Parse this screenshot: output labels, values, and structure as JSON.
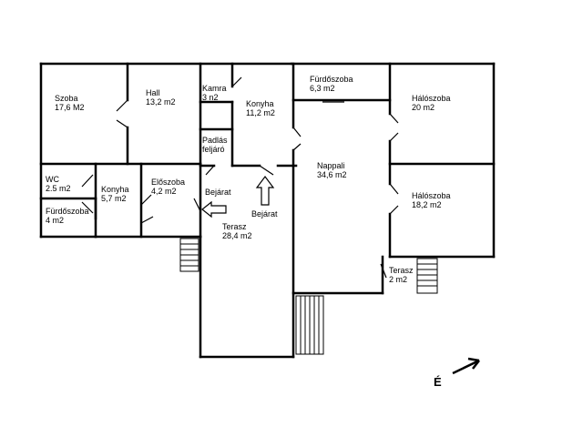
{
  "rooms": [
    {
      "id": "szoba",
      "name": "Szoba",
      "area": "17,6 M2"
    },
    {
      "id": "hall",
      "name": "Hall",
      "area": "13,2 m2"
    },
    {
      "id": "kamra",
      "name": "Kamra",
      "area": "3 n2"
    },
    {
      "id": "konyha1",
      "name": "Konyha",
      "area": "11,2 m2"
    },
    {
      "id": "furdo1",
      "name": "Fürdőszoba",
      "area": "6,3 m2"
    },
    {
      "id": "halo1",
      "name": "Hálószoba",
      "area": "20 m2"
    },
    {
      "id": "padlas",
      "name": "Padlás",
      "area": "feljáró"
    },
    {
      "id": "nappali",
      "name": "Nappali",
      "area": "34,6 m2"
    },
    {
      "id": "wc",
      "name": "WC",
      "area": "2.5 m2"
    },
    {
      "id": "konyha2",
      "name": "Konyha",
      "area": "5,7 m2"
    },
    {
      "id": "eloszoba",
      "name": "Előszoba",
      "area": "4,2 m2"
    },
    {
      "id": "furdo2",
      "name": "Fürdőszoba",
      "area": "4 m2"
    },
    {
      "id": "halo2",
      "name": "Hálószoba",
      "area": "18,2 m2"
    },
    {
      "id": "terasz1",
      "name": "Terasz",
      "area": "28,4 m2"
    },
    {
      "id": "terasz2",
      "name": "Terasz",
      "area": "2 m2"
    }
  ],
  "entrances": [
    "Bejárat",
    "Bejárat"
  ],
  "compass": {
    "label": "É",
    "icon": "north-arrow-icon"
  },
  "colors": {
    "wall": "#000000",
    "background": "#ffffff"
  }
}
